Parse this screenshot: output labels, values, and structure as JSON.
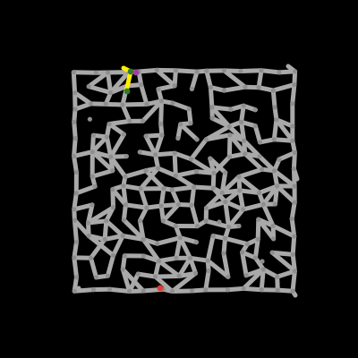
{
  "game": {
    "type": "maze",
    "background_color": "#000000",
    "wall_color": "#a9a9a9",
    "node_color": "#8e8e8e",
    "path_color": "#ffee00",
    "start_marker": {
      "color": "#2e7d2e",
      "icon": "green-dot"
    },
    "goal_marker": {
      "color": "#e53935",
      "icon": "red-dot"
    },
    "secondary_marker": {
      "color": "#a040a0",
      "icon": "magenta-dot"
    }
  }
}
